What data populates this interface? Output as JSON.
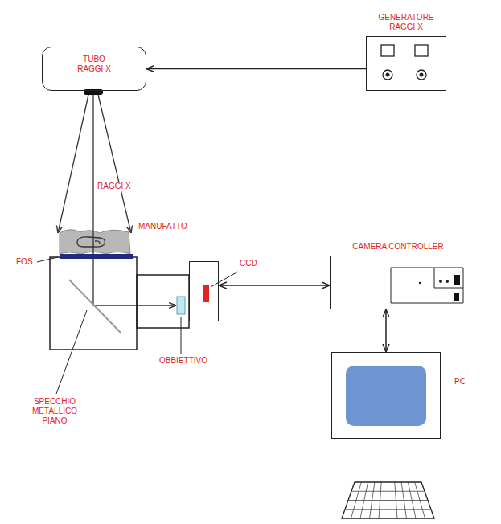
{
  "diagram": {
    "nodes": [
      {
        "text": [
          "TUBO RAGGI X"
        ]
      },
      {
        "text": [
          "GENERATORE RAGGI X"
        ]
      },
      {
        "text": [
          "CCD"
        ]
      },
      {
        "text": [
          "CAMERA CONTROLLER"
        ]
      },
      {
        "text": [
          "PC"
        ]
      }
    ],
    "edges": [
      {
        "from": 1,
        "to": 0,
        "arrow": "to"
      },
      {
        "from": 2,
        "to": 3,
        "arrow": "both"
      },
      {
        "from": 3,
        "to": 4,
        "arrow": "both"
      }
    ],
    "labels": [
      "RAGGI X",
      "MANUFATTO",
      "FOS",
      "SPECCHIO METALLICO PIANO",
      "OBBIETTIVO"
    ]
  }
}
